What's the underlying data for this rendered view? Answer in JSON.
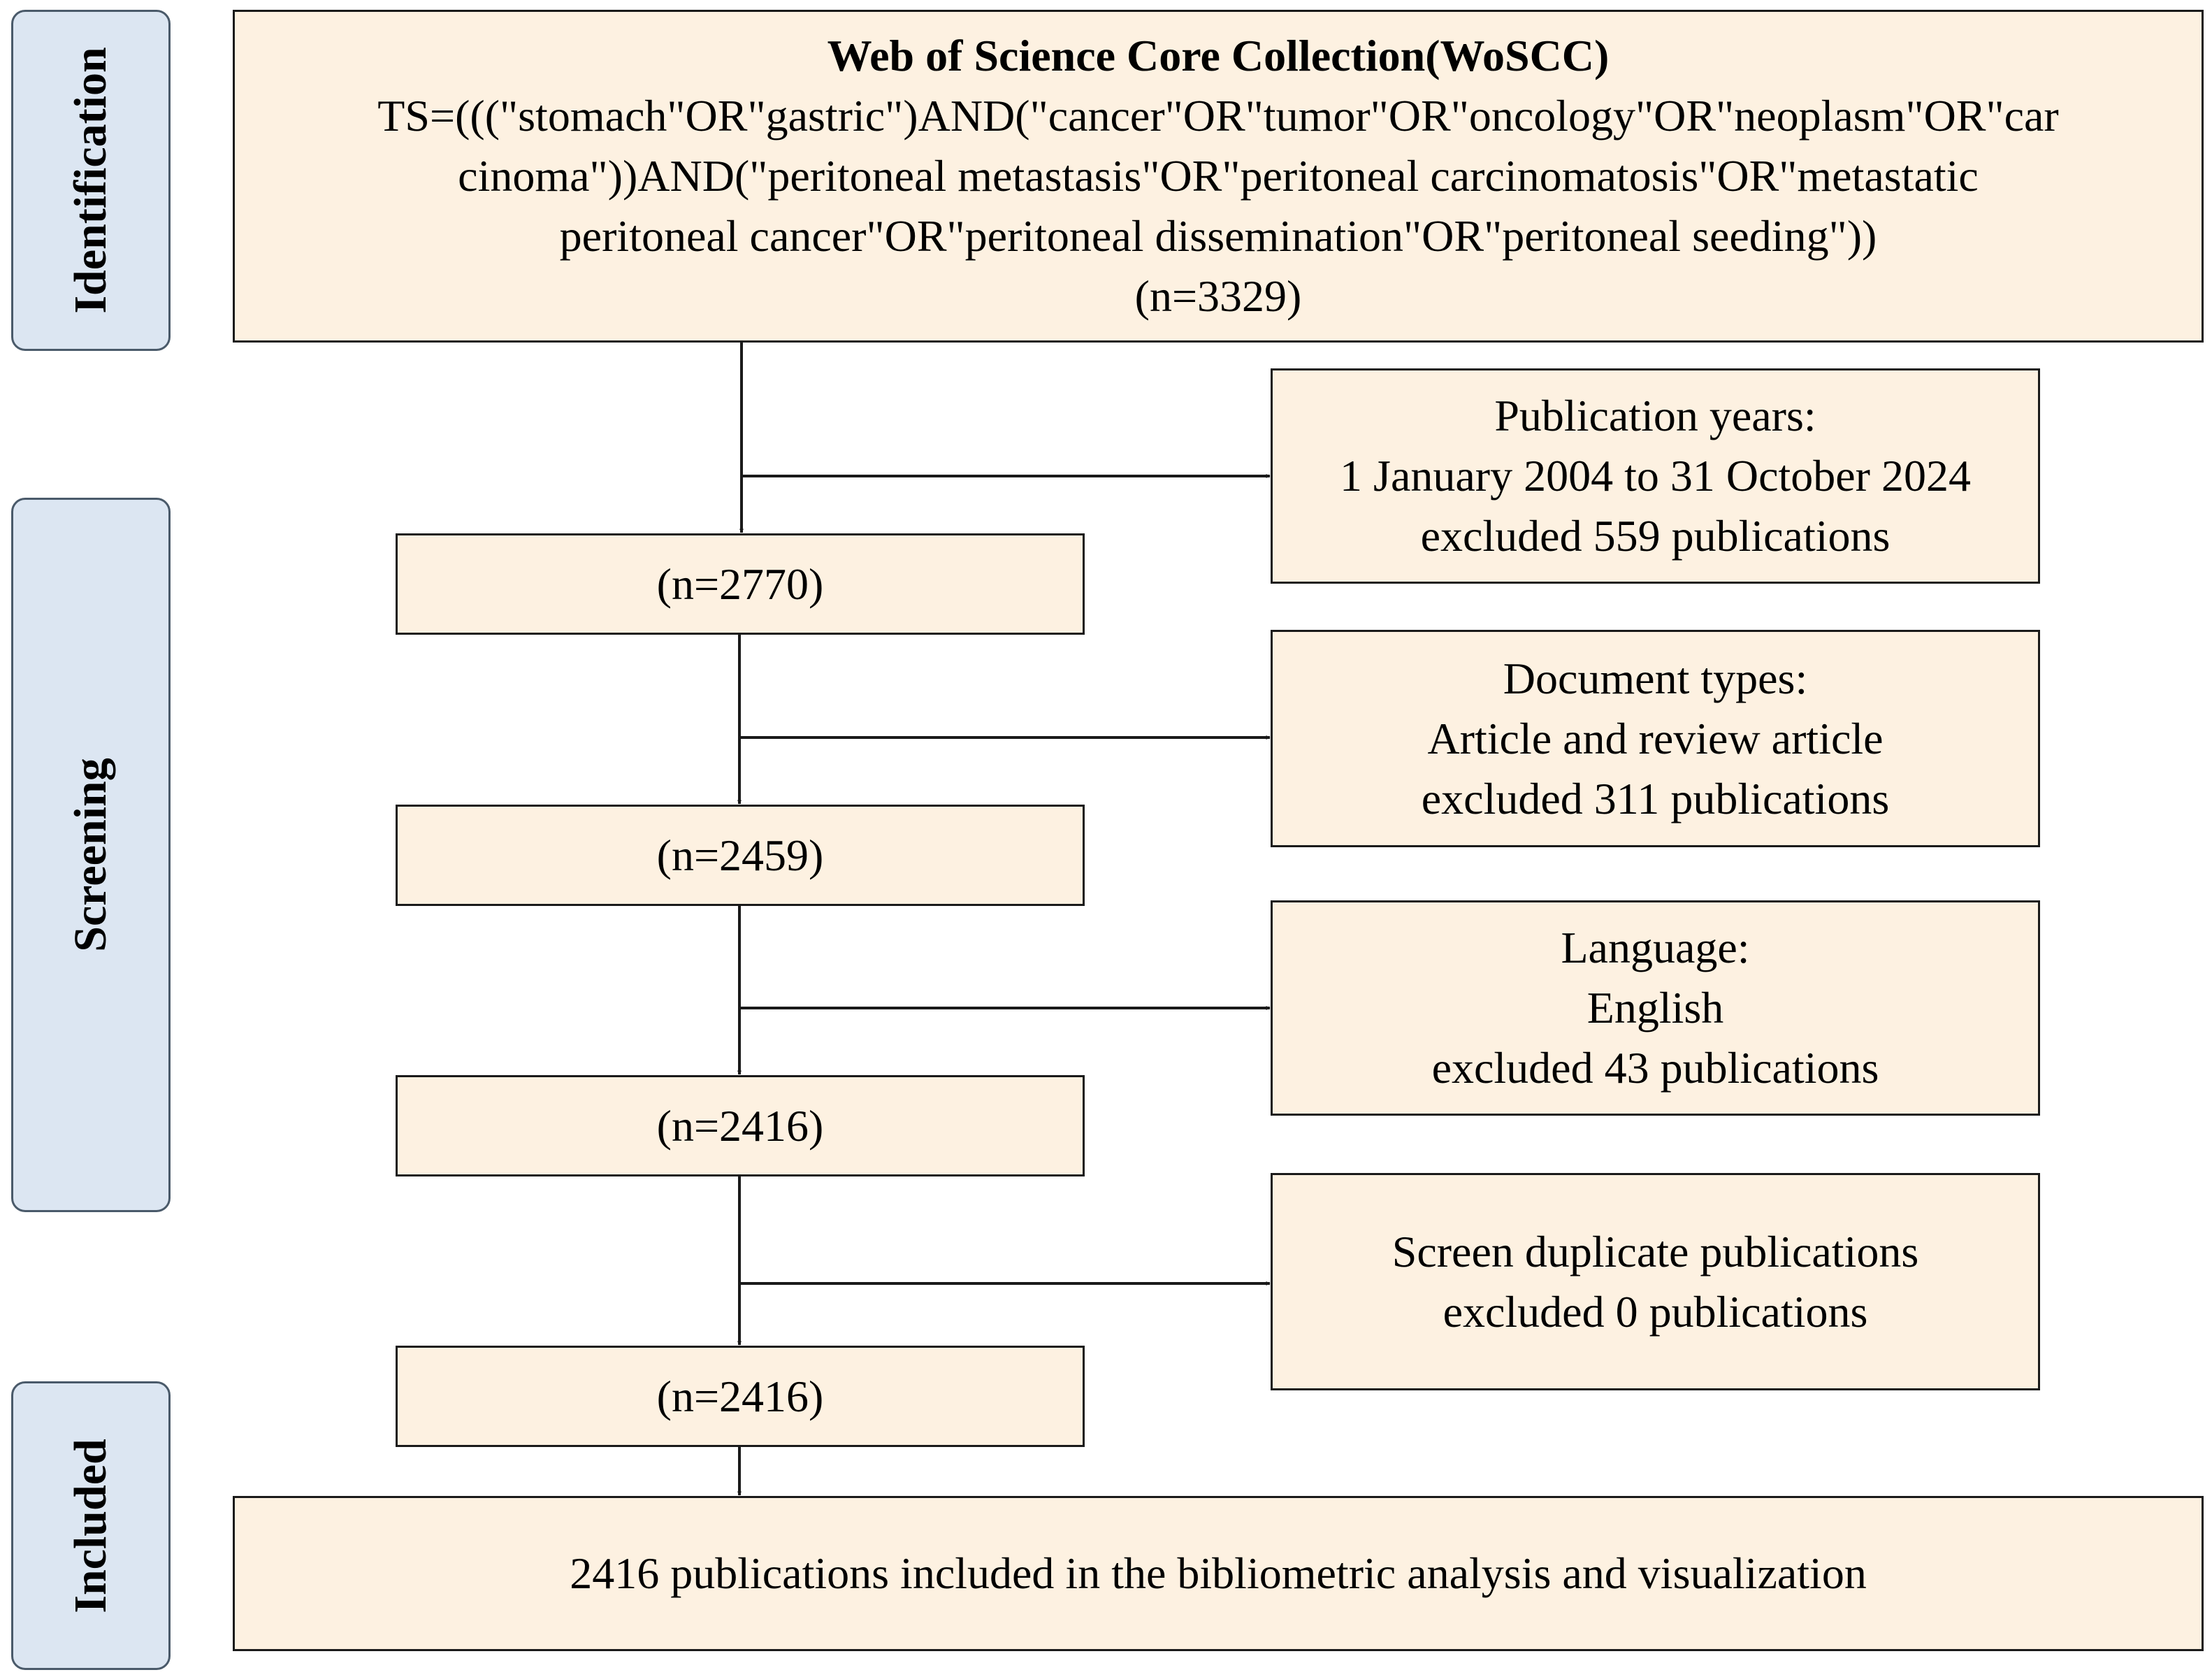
{
  "sidebar": {
    "identification": "Identification",
    "screening": "Screening",
    "included": "Included"
  },
  "identification_box": {
    "title": "Web of Science Core Collection(WoSCC)",
    "query_lines": [
      "TS=(((\"stomach\"OR\"gastric\")AND(\"cancer\"OR\"tumor\"OR\"oncology\"OR\"neoplasm\"OR\"car",
      "cinoma\"))AND(\"peritoneal metastasis\"OR\"peritoneal carcinomatosis\"OR\"metastatic",
      "peritoneal cancer\"OR\"peritoneal dissemination\"OR\"peritoneal seeding\"))"
    ],
    "count": "(n=3329)"
  },
  "counts": [
    "(n=2770)",
    "(n=2459)",
    "(n=2416)",
    "(n=2416)"
  ],
  "exclusions": [
    {
      "lines": [
        "Publication years:",
        "1 January 2004 to 31 October 2024",
        "excluded 559 publications"
      ]
    },
    {
      "lines": [
        "Document types:",
        "Article and review article",
        "excluded 311 publications"
      ]
    },
    {
      "lines": [
        "Language:",
        "English",
        "excluded 43 publications"
      ]
    },
    {
      "lines": [
        "Screen duplicate publications",
        "excluded 0 publications"
      ]
    }
  ],
  "final_box": "2416 publications included in the bibliometric analysis and visualization"
}
